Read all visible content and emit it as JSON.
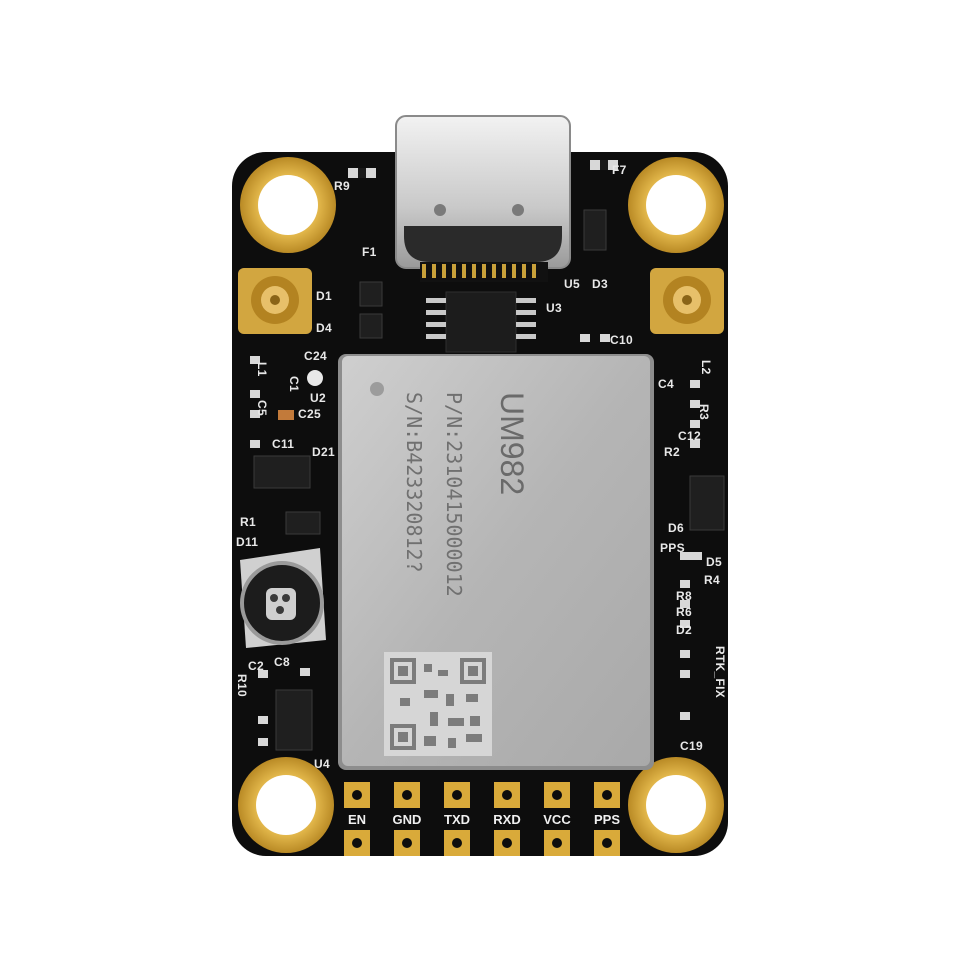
{
  "module": {
    "title": "UM982",
    "part_number": "P/N:2310415000012",
    "serial_number": "S/N:B423320812?"
  },
  "pins": [
    "EN",
    "GND",
    "TXD",
    "RXD",
    "VCC",
    "PPS"
  ],
  "silkscreen": {
    "r9": "R9",
    "f1": "F1",
    "f7": "F7",
    "u5": "U5",
    "d3": "D3",
    "d1": "D1",
    "d4": "D4",
    "u3": "U3",
    "c10": "C10",
    "c24": "C24",
    "c1": "C1",
    "l1": "L1",
    "u2": "U2",
    "c5": "C5",
    "c25": "C25",
    "c11": "C11",
    "d21": "D21",
    "r1": "R1",
    "d11": "D11",
    "c2": "C2",
    "c8": "C8",
    "r10": "R10",
    "u4": "U4",
    "c4": "C4",
    "l2": "L2",
    "r3": "R3",
    "c12": "C12",
    "r2": "R2",
    "d6": "D6",
    "pps_led": "PPS",
    "d5": "D5",
    "r4": "R4",
    "r8": "R8",
    "r6": "R6",
    "d2": "D2",
    "rtk_fix": "RTK_FIX",
    "c19": "C19"
  },
  "colors": {
    "pcb": "#0d0d0d",
    "gold": "#d9aa3a",
    "shield": "#b8b8b8",
    "silkscreen": "#e8e8e8"
  }
}
